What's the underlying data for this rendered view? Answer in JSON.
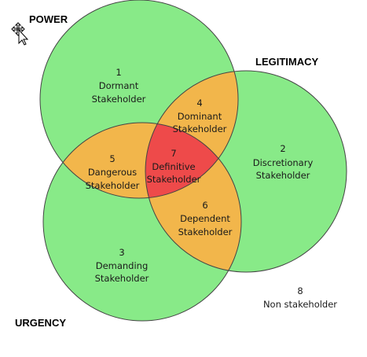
{
  "colors": {
    "single": "#88ea88",
    "double": "#f2b64b",
    "triple": "#ee4a4a",
    "stroke": "#444444",
    "text": "#1a1a1a"
  },
  "sets": {
    "power": "POWER",
    "legitimacy": "LEGITIMACY",
    "urgency": "URGENCY"
  },
  "regions": {
    "r1": {
      "number": "1",
      "line1": "Dormant",
      "line2": "Stakeholder"
    },
    "r2": {
      "number": "2",
      "line1": "Discretionary",
      "line2": "Stakeholder"
    },
    "r3": {
      "number": "3",
      "line1": "Demanding",
      "line2": "Stakeholder"
    },
    "r4": {
      "number": "4",
      "line1": "Dominant",
      "line2": "Stakeholder"
    },
    "r5": {
      "number": "5",
      "line1": "Dangerous",
      "line2": "Stakeholder"
    },
    "r6": {
      "number": "6",
      "line1": "Dependent",
      "line2": "Stakeholder"
    },
    "r7": {
      "number": "7",
      "line1": "Definitive",
      "line2": "Stakeholder"
    },
    "r8": {
      "number": "8",
      "line1": "Non stakeholder"
    }
  },
  "cursor_icon": "move-cursor-icon"
}
